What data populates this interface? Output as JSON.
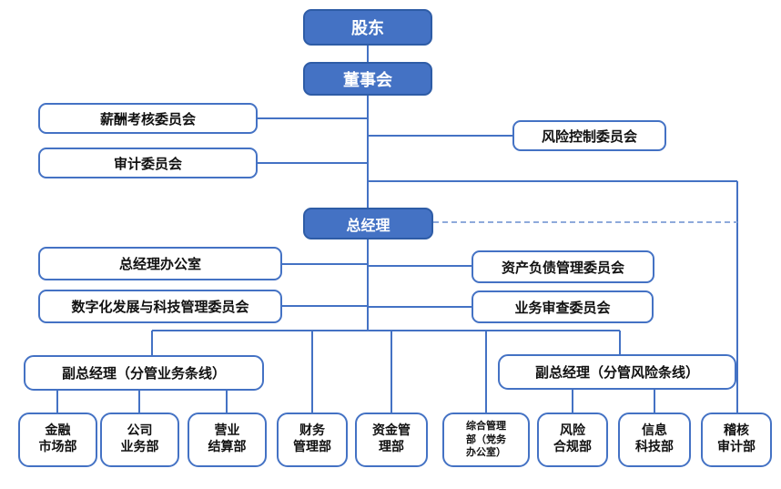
{
  "diagram": {
    "type": "org-chart",
    "language": "zh-CN",
    "nodes": {
      "shareholders": {
        "label": "股东"
      },
      "board": {
        "label": "董事会"
      },
      "compensation_committee": {
        "label": "薪酬考核委员会"
      },
      "risk_control_committee": {
        "label": "风险控制委员会"
      },
      "audit_committee": {
        "label": "审计委员会"
      },
      "general_manager": {
        "label": "总经理"
      },
      "gm_office": {
        "label": "总经理办公室"
      },
      "asset_liability_committee": {
        "label": "资产负债管理委员会"
      },
      "digital_tech_committee": {
        "label": "数字化发展与科技管理委员会"
      },
      "business_review_committee": {
        "label": "业务审查委员会"
      },
      "deputy_gm_business": {
        "label": "副总经理（分管业务条线）"
      },
      "deputy_gm_risk": {
        "label": "副总经理（分管风险条线）"
      },
      "departments": [
        {
          "name": "金融市场部",
          "lines": [
            "金融",
            "市场部"
          ]
        },
        {
          "name": "公司业务部",
          "lines": [
            "公司",
            "业务部"
          ]
        },
        {
          "name": "营业结算部",
          "lines": [
            "营业",
            "结算部"
          ]
        },
        {
          "name": "财务管理部",
          "lines": [
            "财务",
            "管理部"
          ]
        },
        {
          "name": "资金管理部",
          "lines": [
            "资金管",
            "理部"
          ]
        },
        {
          "name": "综合管理部（党务办公室）",
          "lines": [
            "综合管理",
            "部（党务",
            "办公室）"
          ]
        },
        {
          "name": "风险合规部",
          "lines": [
            "风险",
            "合规部"
          ]
        },
        {
          "name": "信息科技部",
          "lines": [
            "信息",
            "科技部"
          ]
        },
        {
          "name": "稽核审计部",
          "lines": [
            "稽核",
            "审计部"
          ]
        }
      ]
    },
    "edges": {
      "dashed_edge": "总经理 → 稽核审计部 (虚线)",
      "solid_trunk": "股东 → 董事会 → 总经理 → 部门"
    },
    "colors": {
      "accent_blue": "#4472C4",
      "filled_box_border": "#2E5CA6",
      "dashed_line_blue": "#8EAADB",
      "text_on_filled": "#FFFFFF",
      "text_on_outline": "#111111",
      "background": "#FFFFFF"
    }
  }
}
